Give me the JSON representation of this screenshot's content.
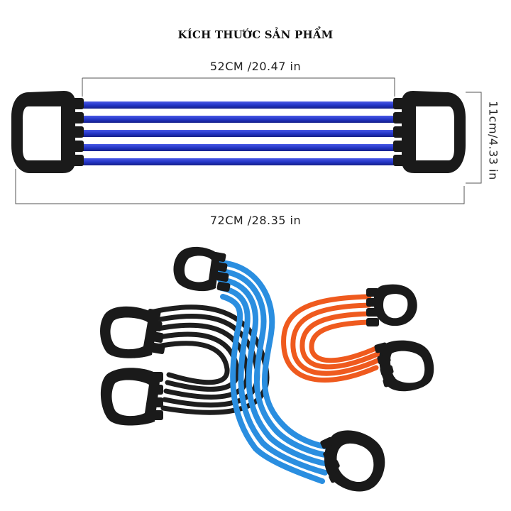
{
  "title": "KÍCH THƯỚC SẢN PHẨM",
  "dimensions": {
    "inner_length": "52CM /20.47 in",
    "total_length": "72CM /28.35 in",
    "height": "11cm/4.33 in"
  },
  "colors": {
    "top_product_bands": "#2436c8",
    "blue_product": "#2a8ee0",
    "orange_product": "#ef5a1e",
    "black_product": "#1e1e1e",
    "handle": "#1a1a1a",
    "dimension_line": "#555555"
  }
}
